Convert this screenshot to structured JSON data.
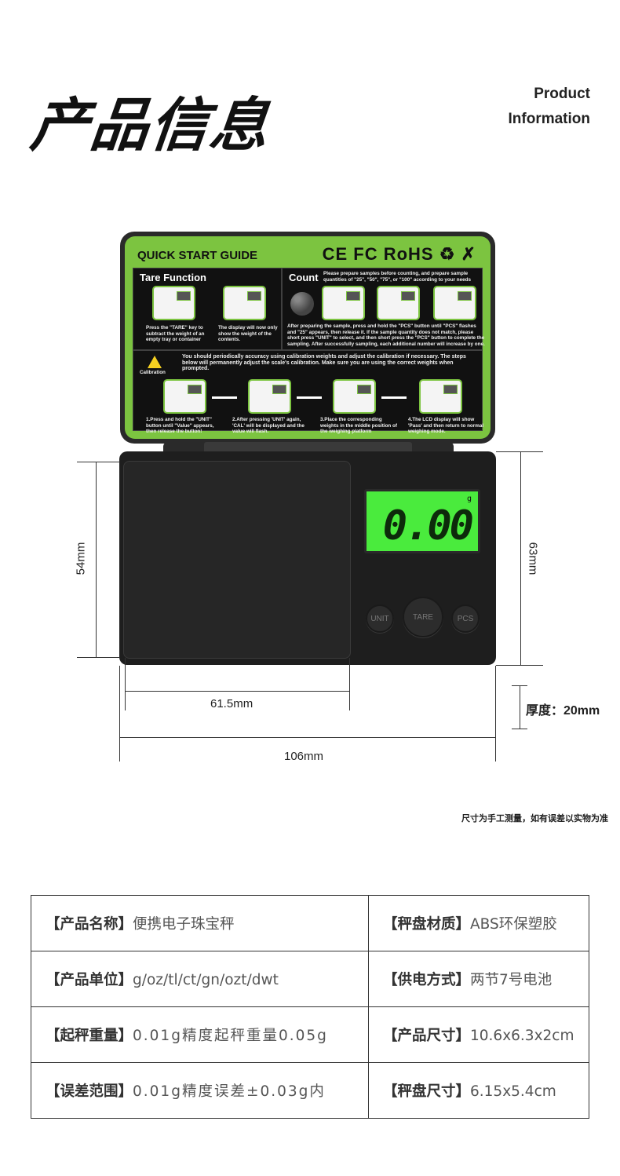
{
  "header": {
    "title_cn": "产品信息",
    "title_en_line1": "Product",
    "title_en_line2": "Information"
  },
  "guide": {
    "title": "QUICK START GUIDE",
    "certs": "CE FC RoHS ♻ ✗",
    "tare_heading": "Tare Function",
    "tare_text_1": "Press the \"TARE\" key to subtract the weight of an empty tray or container",
    "tare_text_2": "The display will now only show the weight of the contents.",
    "count_heading": "Count",
    "count_text_top": "Please prepare samples before counting, and prepare sample quantities of \"25\", \"50\", \"75\", or \"100\" according to your needs",
    "count_text_bottom": "After preparing the sample, press and hold the \"PCS\" button until \"PCS\" flashes and \"25\" appears, then release it. If the sample quantity does not match, please short press \"UNIT\" to select, and then short press the \"PCS\" button to complete the sampling. After successfully sampling, each additional number will increase by one.",
    "cal_label": "Calibration",
    "cal_text": "You should periodically accuracy using calibration weights and adjust the calibration if necessary. The steps below will permanently adjust the scale's calibration. Make sure you are using the correct weights when prompted.",
    "step1": "1.Press and hold the \"UNIT\" button until \"Value\" appears, then release the button!",
    "step2": "2.After pressing 'UNIT' again, 'CAL' will be displayed and the value will flash.",
    "step3": "3.Place the corresponding weights in the middle position of the weighing platform",
    "step4": "4.The LCD display will show 'Pass' and then return to normal weighing mode."
  },
  "scale": {
    "lcd_unit": "g",
    "lcd_value": "0.00",
    "btn_unit": "UNIT",
    "btn_tare": "TARE",
    "btn_pcs": "PCS"
  },
  "dimensions": {
    "height_left": "54mm",
    "height_right": "63mm",
    "tray_width": "61.5mm",
    "total_width": "106mm",
    "thickness": "厚度：20mm"
  },
  "note": "尺寸为手工测量，如有误差以实物为准",
  "specs": [
    {
      "label": "【产品名称】",
      "value": "便携电子珠宝秤",
      "label2": "【秤盘材质】",
      "value2": "ABS环保塑胶"
    },
    {
      "label": "【产品单位】",
      "value": "g/oz/tl/ct/gn/ozt/dwt",
      "label2": "【供电方式】",
      "value2": "两节7号电池"
    },
    {
      "label": "【起秤重量】",
      "value": "0.01g精度起秤重量0.05g",
      "label2": "【产品尺寸】",
      "value2": "10.6x6.3x2cm"
    },
    {
      "label": "【误差范围】",
      "value": "0.01g精度误差±0.03g内",
      "label2": "【秤盘尺寸】",
      "value2": "6.15x5.4cm"
    }
  ],
  "colors": {
    "guide_green": "#7cc440",
    "lcd_green": "#4aeb3d"
  }
}
